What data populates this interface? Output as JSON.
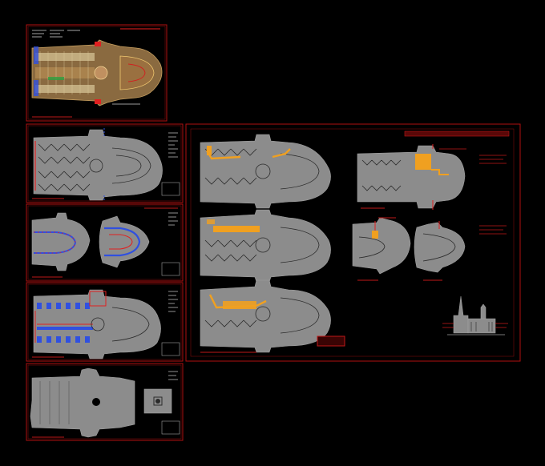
{
  "canvas": {
    "background": "#000000"
  },
  "colors": {
    "frame": "#b01010",
    "frame_inner": "#7a0a0a",
    "plan_fill": "#8c8c8c",
    "plan_dark": "#555555",
    "cross_line": "#2a2a2a",
    "accent_orange": "#f0a020",
    "accent_blue": "#3050e0",
    "accent_red": "#e02020",
    "accent_yellow": "#d8c030",
    "title_red": "#c01818",
    "text_white": "#e0e0e0"
  },
  "sheets": [
    {
      "id": "sheet-1",
      "kind": "colored-plan"
    },
    {
      "id": "sheet-2",
      "kind": "floor-plan"
    },
    {
      "id": "sheet-3",
      "kind": "apse-details"
    },
    {
      "id": "sheet-4",
      "kind": "blue-highlight-plan"
    },
    {
      "id": "sheet-5",
      "kind": "west-plan-with-pillar"
    },
    {
      "id": "sheet-6",
      "kind": "large-compilation"
    }
  ]
}
